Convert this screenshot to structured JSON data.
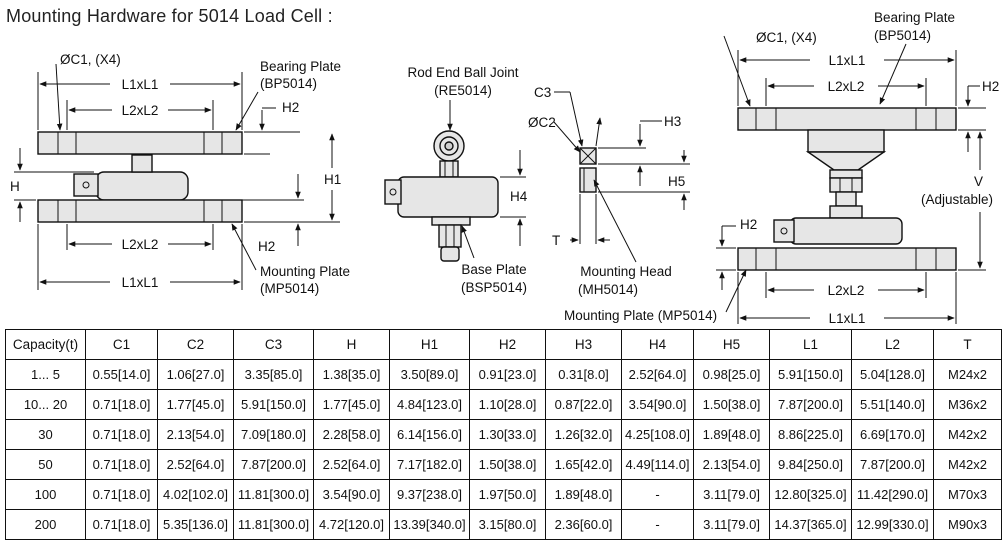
{
  "title": "Mounting Hardware for 5014 Load Cell :",
  "diagram_labels": {
    "left": {
      "oc1": "ØC1, (X4)",
      "l1_top": "L1xL1",
      "l2_top": "L2xL2",
      "h2_top": "H2",
      "h": "H",
      "h1": "H1",
      "l2_bottom": "L2xL2",
      "h2_bottom": "H2",
      "l1_bottom": "L1xL1",
      "bearing_plate": "Bearing Plate",
      "bearing_plate_code": "(BP5014)",
      "mounting_plate": "Mounting Plate",
      "mounting_plate_code": "(MP5014)"
    },
    "center": {
      "rod_end": "Rod End Ball Joint",
      "rod_end_code": "(RE5014)",
      "h4": "H4",
      "base_plate": "Base Plate",
      "base_plate_code": "(BSP5014)"
    },
    "head": {
      "c3": "C3",
      "oc2": "ØC2",
      "h3": "H3",
      "h5": "H5",
      "t": "T",
      "mounting_head": "Mounting Head",
      "mounting_head_code": "(MH5014)"
    },
    "right": {
      "bearing_plate": "Bearing Plate",
      "bearing_plate_code": "(BP5014)",
      "oc1": "ØC1, (X4)",
      "l1_top": "L1xL1",
      "l2_top": "L2xL2",
      "h2_top": "H2",
      "v": "V",
      "adjustable": "(Adjustable)",
      "h2_mid": "H2",
      "l2_bottom": "L2xL2",
      "l1_bottom": "L1xL1",
      "mounting_plate": "Mounting Plate (MP5014)"
    }
  },
  "table": {
    "headers": [
      "Capacity(t)",
      "C1",
      "C2",
      "C3",
      "H",
      "H1",
      "H2",
      "H3",
      "H4",
      "H5",
      "L1",
      "L2",
      "T"
    ],
    "rows": [
      [
        "1... 5",
        "0.55[14.0]",
        "1.06[27.0]",
        "3.35[85.0]",
        "1.38[35.0]",
        "3.50[89.0]",
        "0.91[23.0]",
        "0.31[8.0]",
        "2.52[64.0]",
        "0.98[25.0]",
        "5.91[150.0]",
        "5.04[128.0]",
        "M24x2"
      ],
      [
        "10... 20",
        "0.71[18.0]",
        "1.77[45.0]",
        "5.91[150.0]",
        "1.77[45.0]",
        "4.84[123.0]",
        "1.10[28.0]",
        "0.87[22.0]",
        "3.54[90.0]",
        "1.50[38.0]",
        "7.87[200.0]",
        "5.51[140.0]",
        "M36x2"
      ],
      [
        "30",
        "0.71[18.0]",
        "2.13[54.0]",
        "7.09[180.0]",
        "2.28[58.0]",
        "6.14[156.0]",
        "1.30[33.0]",
        "1.26[32.0]",
        "4.25[108.0]",
        "1.89[48.0]",
        "8.86[225.0]",
        "6.69[170.0]",
        "M42x2"
      ],
      [
        "50",
        "0.71[18.0]",
        "2.52[64.0]",
        "7.87[200.0]",
        "2.52[64.0]",
        "7.17[182.0]",
        "1.50[38.0]",
        "1.65[42.0]",
        "4.49[114.0]",
        "2.13[54.0]",
        "9.84[250.0]",
        "7.87[200.0]",
        "M42x2"
      ],
      [
        "100",
        "0.71[18.0]",
        "4.02[102.0]",
        "11.81[300.0]",
        "3.54[90.0]",
        "9.37[238.0]",
        "1.97[50.0]",
        "1.89[48.0]",
        "-",
        "3.11[79.0]",
        "12.80[325.0]",
        "11.42[290.0]",
        "M70x3"
      ],
      [
        "200",
        "0.71[18.0]",
        "5.35[136.0]",
        "11.81[300.0]",
        "4.72[120.0]",
        "13.39[340.0]",
        "3.15[80.0]",
        "2.36[60.0]",
        "-",
        "3.11[79.0]",
        "14.37[365.0]",
        "12.99[330.0]",
        "M90x3"
      ]
    ]
  }
}
